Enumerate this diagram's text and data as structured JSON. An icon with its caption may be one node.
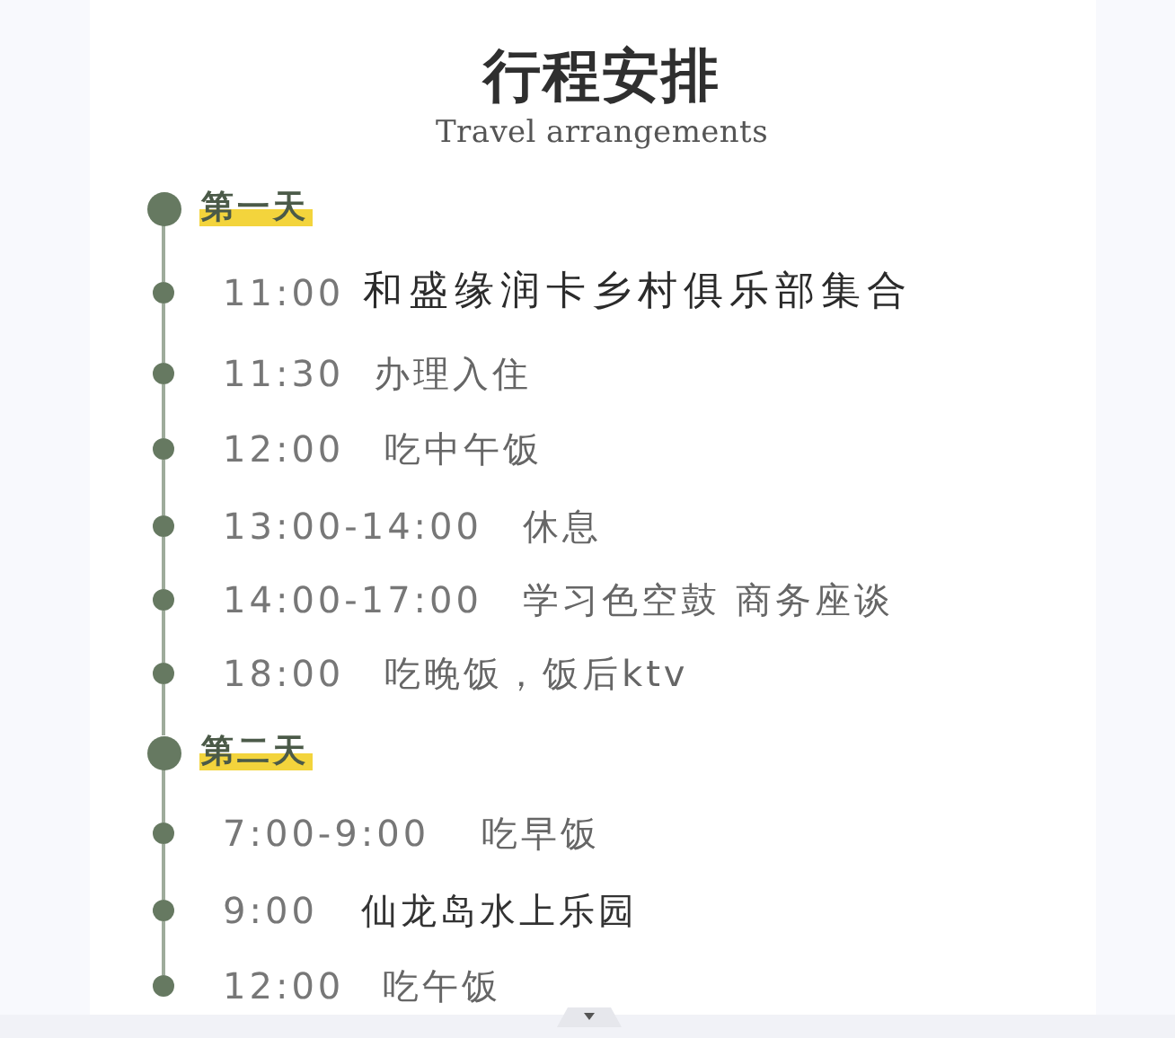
{
  "diagram": {
    "title": "行程安排",
    "labels": [
      "Travel arrangements"
    ],
    "nodes": [
      {
        "text": [],
        "shape": "circle",
        "beside": [
          "第一天"
        ]
      },
      {
        "text": [],
        "shape": "circle",
        "beside": [
          "11:00",
          "和盛缘润卡乡村俱乐部集合"
        ]
      },
      {
        "text": [],
        "shape": "circle",
        "beside": [
          "11:30",
          "办理入住"
        ]
      },
      {
        "text": [],
        "shape": "circle",
        "beside": [
          "12:00",
          "吃中午饭"
        ]
      },
      {
        "text": [],
        "shape": "circle",
        "beside": [
          "13:00-14:00",
          "休息"
        ]
      },
      {
        "text": [],
        "shape": "circle",
        "beside": [
          "14:00-17:00",
          "学习色空鼓 商务座谈"
        ]
      },
      {
        "text": [],
        "shape": "circle",
        "beside": [
          "18:00",
          "吃晚饭，饭后ktv"
        ]
      },
      {
        "text": [],
        "shape": "circle",
        "beside": [
          "第二天"
        ]
      },
      {
        "text": [],
        "shape": "circle",
        "beside": [
          "7:00-9:00",
          "吃早饭"
        ]
      },
      {
        "text": [],
        "shape": "circle",
        "beside": [
          "9:00",
          "仙龙岛水上乐园"
        ]
      },
      {
        "text": [],
        "shape": "circle",
        "beside": [
          "12:00",
          "吃午饭"
        ]
      }
    ],
    "edges": [
      {
        "from": 0,
        "to": 1,
        "arrow": "none"
      },
      {
        "from": 1,
        "to": 2,
        "arrow": "none"
      },
      {
        "from": 2,
        "to": 3,
        "arrow": "none"
      },
      {
        "from": 3,
        "to": 4,
        "arrow": "none"
      },
      {
        "from": 4,
        "to": 5,
        "arrow": "none"
      },
      {
        "from": 5,
        "to": 6,
        "arrow": "none"
      },
      {
        "from": 6,
        "to": 7,
        "arrow": "none"
      },
      {
        "from": 7,
        "to": 8,
        "arrow": "none"
      },
      {
        "from": 8,
        "to": 9,
        "arrow": "none"
      },
      {
        "from": 9,
        "to": 10,
        "arrow": "none"
      }
    ]
  }
}
